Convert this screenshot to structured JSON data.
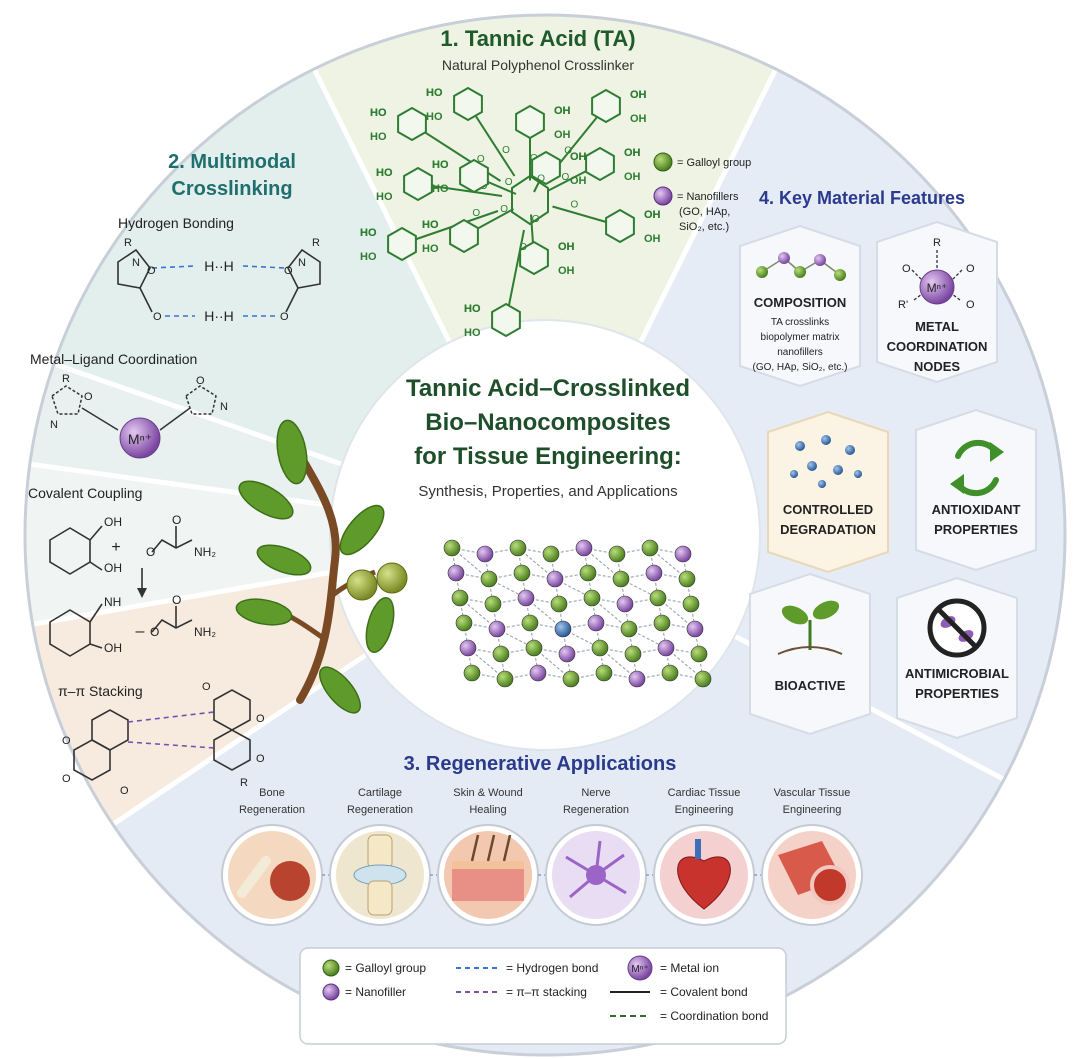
{
  "colors": {
    "ta_green": "#2e7d32",
    "galloyl": "#5a8f29",
    "nanofiller": "#8e5bb5",
    "accent_blue": "#2a3a8c",
    "teal_title": "#1f6f6f",
    "dark_text": "#222222"
  },
  "center": {
    "title_lines": [
      "Tannic Acid–Crosslinked",
      "Bio–Nanocomposites",
      "for Tissue Engineering:"
    ],
    "subtitle": "Synthesis, Properties, and Applications"
  },
  "ta_section": {
    "heading": "1. Tannic Acid (TA)",
    "subheading": "Natural Polyphenol Crosslinker",
    "oh_label": "OH",
    "ho_label": "HO",
    "o_label": "O",
    "legend": {
      "galloyl": "= Galloyl group",
      "nanofillers_lines": [
        "= Nanofillers",
        "(GO, HAp,",
        "SiO₂, etc.)"
      ]
    }
  },
  "crosslinking": {
    "heading_lines": [
      "2. Multimodal",
      "Crosslinking"
    ],
    "hbond": {
      "title": "Hydrogen Bonding",
      "hh": "H··H",
      "r": "R",
      "n": "N",
      "o": "O"
    },
    "metal": {
      "title": "Metal–Ligand Coordination",
      "ion": "Mⁿ⁺",
      "r": "R",
      "n": "N",
      "o": "O"
    },
    "covalent": {
      "title": "Covalent Coupling",
      "oh": "OH",
      "nh": "NH",
      "nh2": "NH₂",
      "o": "O",
      "plus": "+",
      "dash": "–"
    },
    "stacking": {
      "title": "π–π Stacking",
      "o": "O",
      "r": "R"
    }
  },
  "features": {
    "heading": "4. Key Material Features",
    "composition": {
      "title": "COMPOSITION",
      "lines": [
        "TA crosslinks",
        "biopolymer matrix",
        "nanofillers",
        "(GO, HAp, SiO₂, etc.)"
      ]
    },
    "metal_nodes": {
      "lines": [
        "METAL",
        "COORDINATION",
        "NODES"
      ],
      "ion": "Mⁿ⁺",
      "r": "R",
      "o": "O",
      "rp": "R'"
    },
    "degradation": {
      "lines": [
        "CONTROLLED",
        "DEGRADATION"
      ]
    },
    "antioxidant": {
      "lines": [
        "ANTIOXIDANT",
        "PROPERTIES"
      ]
    },
    "bioactive": {
      "lines": [
        "BIOACTIVE"
      ]
    },
    "antimicrobial": {
      "lines": [
        "ANTIMICROBIAL",
        "PROPERTIES"
      ]
    }
  },
  "applications": {
    "heading": "3. Regenerative Applications",
    "items": [
      {
        "lines": [
          "Bone",
          "Regeneration"
        ]
      },
      {
        "lines": [
          "Cartilage",
          "Regeneration"
        ]
      },
      {
        "lines": [
          "Skin & Wound",
          "Healing"
        ]
      },
      {
        "lines": [
          "Nerve",
          "Regeneration"
        ]
      },
      {
        "lines": [
          "Cardiac Tissue",
          "Engineering"
        ]
      },
      {
        "lines": [
          "Vascular Tissue",
          "Engineering"
        ]
      }
    ]
  },
  "legend": {
    "galloyl": "= Galloyl group",
    "nanofiller": "= Nanofiller",
    "hbond": "= Hydrogen bond",
    "stacking": "= π–π stacking",
    "metal_ion": "= Metal ion",
    "ion_symbol": "Mⁿ⁺",
    "covalent": "= Covalent bond",
    "coordination": "= Coordination bond"
  }
}
